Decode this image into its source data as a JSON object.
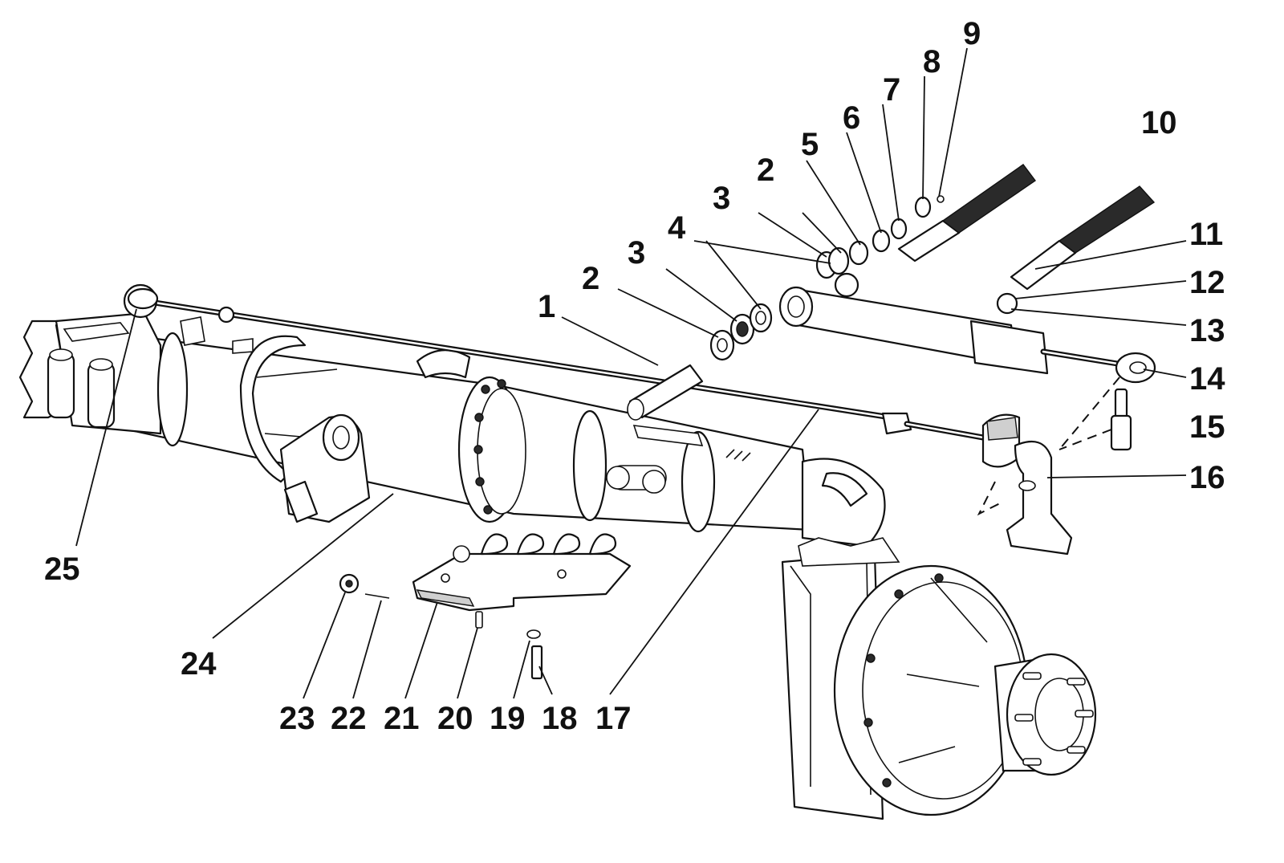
{
  "callouts": [
    {
      "id": "c1",
      "label": "1"
    },
    {
      "id": "c2a",
      "label": "2"
    },
    {
      "id": "c3a",
      "label": "3"
    },
    {
      "id": "c4",
      "label": "4"
    },
    {
      "id": "c3b",
      "label": "3"
    },
    {
      "id": "c2b",
      "label": "2"
    },
    {
      "id": "c5",
      "label": "5"
    },
    {
      "id": "c6",
      "label": "6"
    },
    {
      "id": "c7",
      "label": "7"
    },
    {
      "id": "c8",
      "label": "8"
    },
    {
      "id": "c9",
      "label": "9"
    },
    {
      "id": "c10",
      "label": "10"
    },
    {
      "id": "c11",
      "label": "11"
    },
    {
      "id": "c12",
      "label": "12"
    },
    {
      "id": "c13",
      "label": "13"
    },
    {
      "id": "c14",
      "label": "14"
    },
    {
      "id": "c15",
      "label": "15"
    },
    {
      "id": "c16",
      "label": "16"
    },
    {
      "id": "c17",
      "label": "17"
    },
    {
      "id": "c18",
      "label": "18"
    },
    {
      "id": "c19",
      "label": "19"
    },
    {
      "id": "c20",
      "label": "20"
    },
    {
      "id": "c21",
      "label": "21"
    },
    {
      "id": "c22",
      "label": "22"
    },
    {
      "id": "c23",
      "label": "23"
    },
    {
      "id": "c24",
      "label": "24"
    },
    {
      "id": "c25",
      "label": "25"
    }
  ]
}
